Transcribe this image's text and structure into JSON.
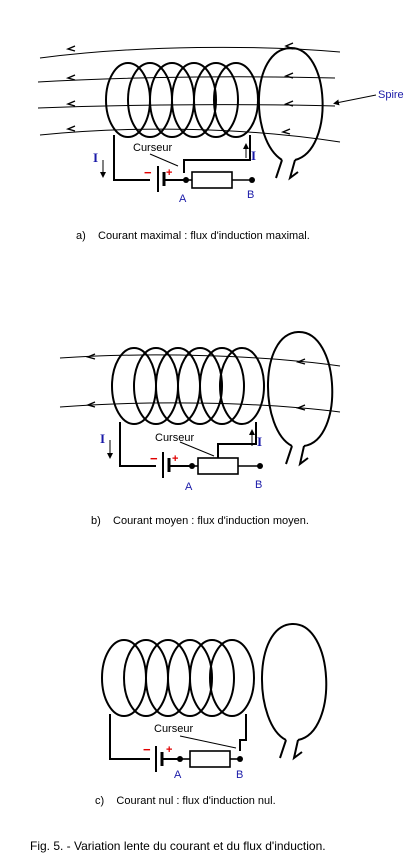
{
  "panels": [
    {
      "id": "a",
      "curseur": "Curseur",
      "current_left": "I",
      "current_right": "I",
      "minus": "−",
      "plus": "+",
      "point_a": "A",
      "point_b": "B",
      "spire": "Spire",
      "caption": "a)    Courant maximal : flux d'induction maximal."
    },
    {
      "id": "b",
      "curseur": "Curseur",
      "current_left": "I",
      "current_right": "I",
      "minus": "−",
      "plus": "+",
      "point_a": "A",
      "point_b": "B",
      "caption": "b)    Courant moyen : flux d'induction moyen."
    },
    {
      "id": "c",
      "curseur": "Curseur",
      "minus": "−",
      "plus": "+",
      "point_a": "A",
      "point_b": "B",
      "caption": "c)    Courant nul : flux d'induction nul."
    }
  ],
  "figure_caption": "Fig. 5. - Variation lente du courant et du flux d'induction."
}
